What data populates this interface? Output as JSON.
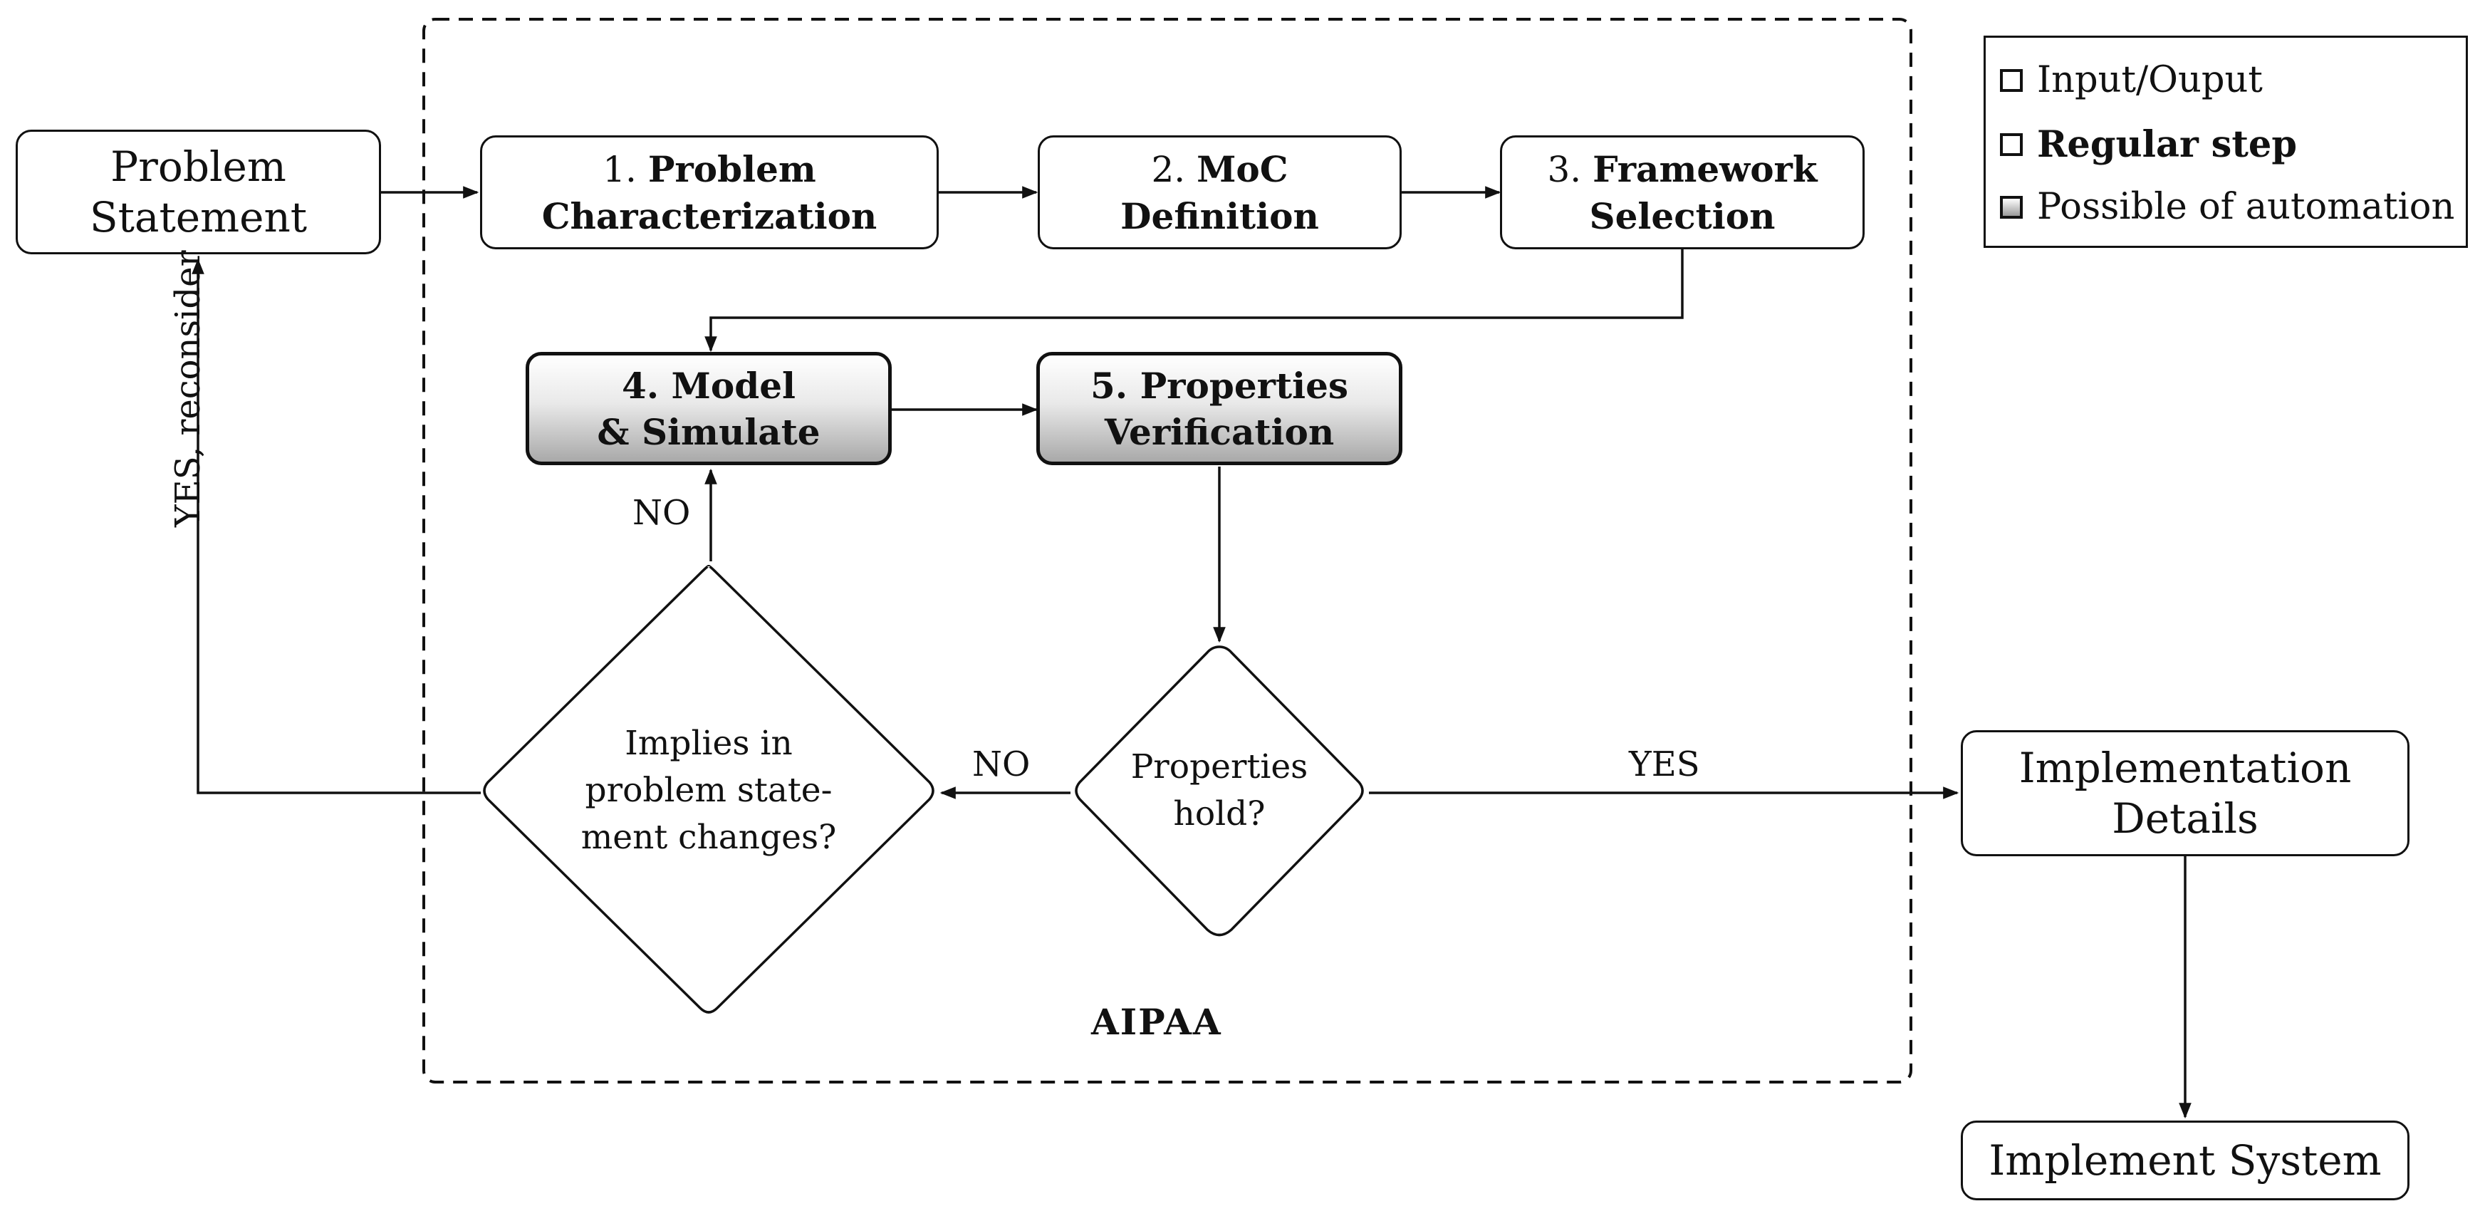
{
  "io_nodes": {
    "problem_statement": [
      "Problem",
      "Statement"
    ],
    "implementation_details": [
      "Implementation",
      "Details"
    ],
    "implement_system": "Implement System"
  },
  "steps": {
    "s1": {
      "num": "1.",
      "line1": "Problem",
      "line2": "Characterization"
    },
    "s2": {
      "num": "2.",
      "line1": "MoC",
      "line2": "Definition"
    },
    "s3": {
      "num": "3.",
      "line1": "Framework",
      "line2": "Selection"
    },
    "s4": {
      "line1": "4.  Model",
      "line2": "& Simulate"
    },
    "s5": {
      "line1": "5.  Properties",
      "line2": "Verification"
    }
  },
  "decisions": {
    "implies": [
      "Implies in",
      "problem state-",
      "ment changes?"
    ],
    "properties_hold": [
      "Properties",
      "hold?"
    ]
  },
  "edge_labels": {
    "no_up": "NO",
    "no_left": "NO",
    "yes_right": "YES",
    "yes_reconsider": "YES, reconsider"
  },
  "group_label": "AIPAA",
  "legend": {
    "items": [
      {
        "label": "Input/Ouput",
        "style": "io"
      },
      {
        "label": "Regular step",
        "style": "step"
      },
      {
        "label": "Possible of automation",
        "style": "auto"
      }
    ]
  }
}
